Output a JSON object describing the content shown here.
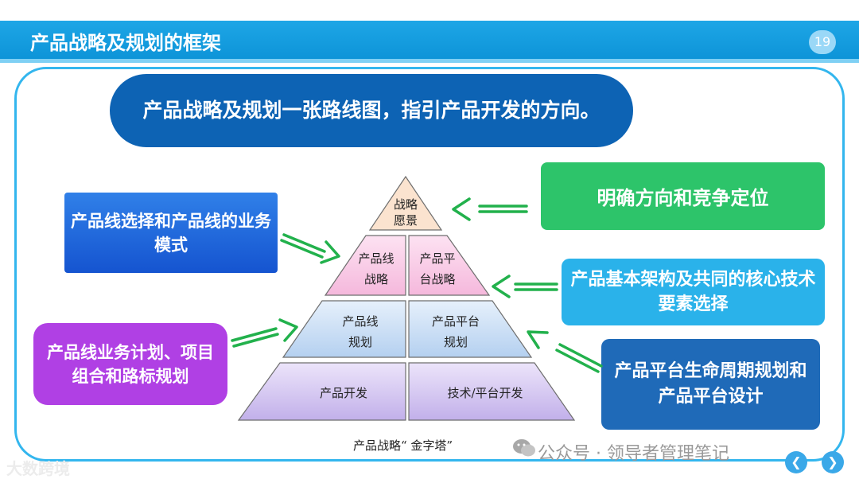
{
  "header": {
    "title": "产品战略及规划的框架",
    "page_number": "19"
  },
  "banner": "产品战略及规划一张路线图，指引产品开发的方向。",
  "left_boxes": {
    "top": "产品线选择和产品线的业务模式",
    "bottom": "产品线业务计划、项目组合和路标规划"
  },
  "right_boxes": {
    "top": "明确方向和竞争定位",
    "middle": "产品基本架构及共同的核心技术要素选择",
    "bottom": "产品平台生命周期规划和产品平台设计"
  },
  "pyramid": {
    "apex": [
      "战略",
      "愿景"
    ],
    "tier2_left": [
      "产品线",
      "战略"
    ],
    "tier2_right": [
      "产品平",
      "台战略"
    ],
    "tier3_left": [
      "产品线",
      "规划"
    ],
    "tier3_right": [
      "产品平台",
      "规划"
    ],
    "tier4_left": "产品开发",
    "tier4_right": "技术/平台开发",
    "caption": "产品战略“ 金字塔”"
  },
  "watermark": "公众号 · 领导者管理笔记",
  "logo": "大数跨境",
  "icons": [
    "wechat-icon",
    "prev-icon",
    "next-icon",
    "arrow-icon"
  ],
  "colors": {
    "header": "#1ea6e6",
    "banner": "#0d63b4",
    "arrow": "#22b14c",
    "apex": "#fbe3cf",
    "tier2": "#f9c8e4",
    "tier3": "#c6dcf4",
    "tier4": "#d4c6ef"
  }
}
